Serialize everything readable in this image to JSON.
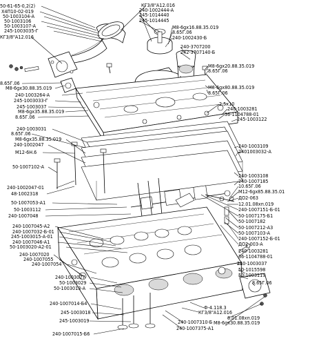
{
  "labels_left": [
    "50-61-65-0,2(2)",
    "Х4П10-02-019",
    "50-1003104-А",
    "50-1003106",
    "50-1003107-А",
    "245-1003035-Г",
    "КГ3/8\"А12.016",
    "8.65Г.06",
    "М8-6gх30.88.35.019",
    "240-1003264-А",
    "245-1003033-Г",
    "245-1003037",
    "М8-6gх35.88.35.019",
    "8.65Г.06",
    "240-1003031",
    "8.65Г.06",
    "М8-6gх35.88.35.019",
    "240-1002047",
    "М12-6Н.6",
    "50-1007102-А",
    "240-1002047-01",
    "48-1002318",
    "50-1007053-А1",
    "50-1003112",
    "240-1007048",
    "240-1007045-А2",
    "240-1007032-Б-01",
    "245-1003015-А-01",
    "240-1007046-А1",
    "50-1003020-А2-01",
    "240-1007020",
    "240-1007055",
    "240-1007054",
    "240-1003027",
    "50-1003029",
    "50-1003013-А",
    "240-1007014-Б4",
    "245-1003018",
    "245-1003019",
    "240-1007015-Б6"
  ],
  "labels_top": [
    "КГ3/8\"А12.016",
    "240-1002444-А",
    "245-1014440",
    "245-1014445",
    "М8-6gх16.88.35.019",
    "8.65Г.06",
    "240-1002430-Б",
    "240-3707200",
    "242-3707140-Б",
    "М8-6gх20.88.35.019",
    "8.65Г.06",
    "М8-6gх80.88.35.019",
    "8.65Г.06"
  ],
  "labels_right": [
    "2,5х10",
    "240-1003281",
    "36-1104788-01",
    "245-1003122",
    "240-1003109",
    "2401003032-А",
    "240-1003108",
    "240-1007185",
    "10.65Г.06",
    "М12-6gх85.88.35.01",
    "ДО2-063",
    "12.01.08хп.019",
    "240-1007151-Б-01",
    "50-1007175-Б1",
    "50-1007182",
    "50-1007212-А3",
    "50-1007103-А",
    "240-1007152-Б-01",
    "ДО2-003-А",
    "240-1003281",
    "36-1104788-01",
    "240-1003037",
    "50-1015598",
    "50-1003119",
    "8.65Г.06"
  ],
  "labels_bottom": [
    "Ф-4.118.3",
    "КГ3/8\"А12.016",
    "240-1007310-Б",
    "240-1007375-А1",
    "8.01.08хп.019",
    "М8-6gх30.88.35.019"
  ]
}
